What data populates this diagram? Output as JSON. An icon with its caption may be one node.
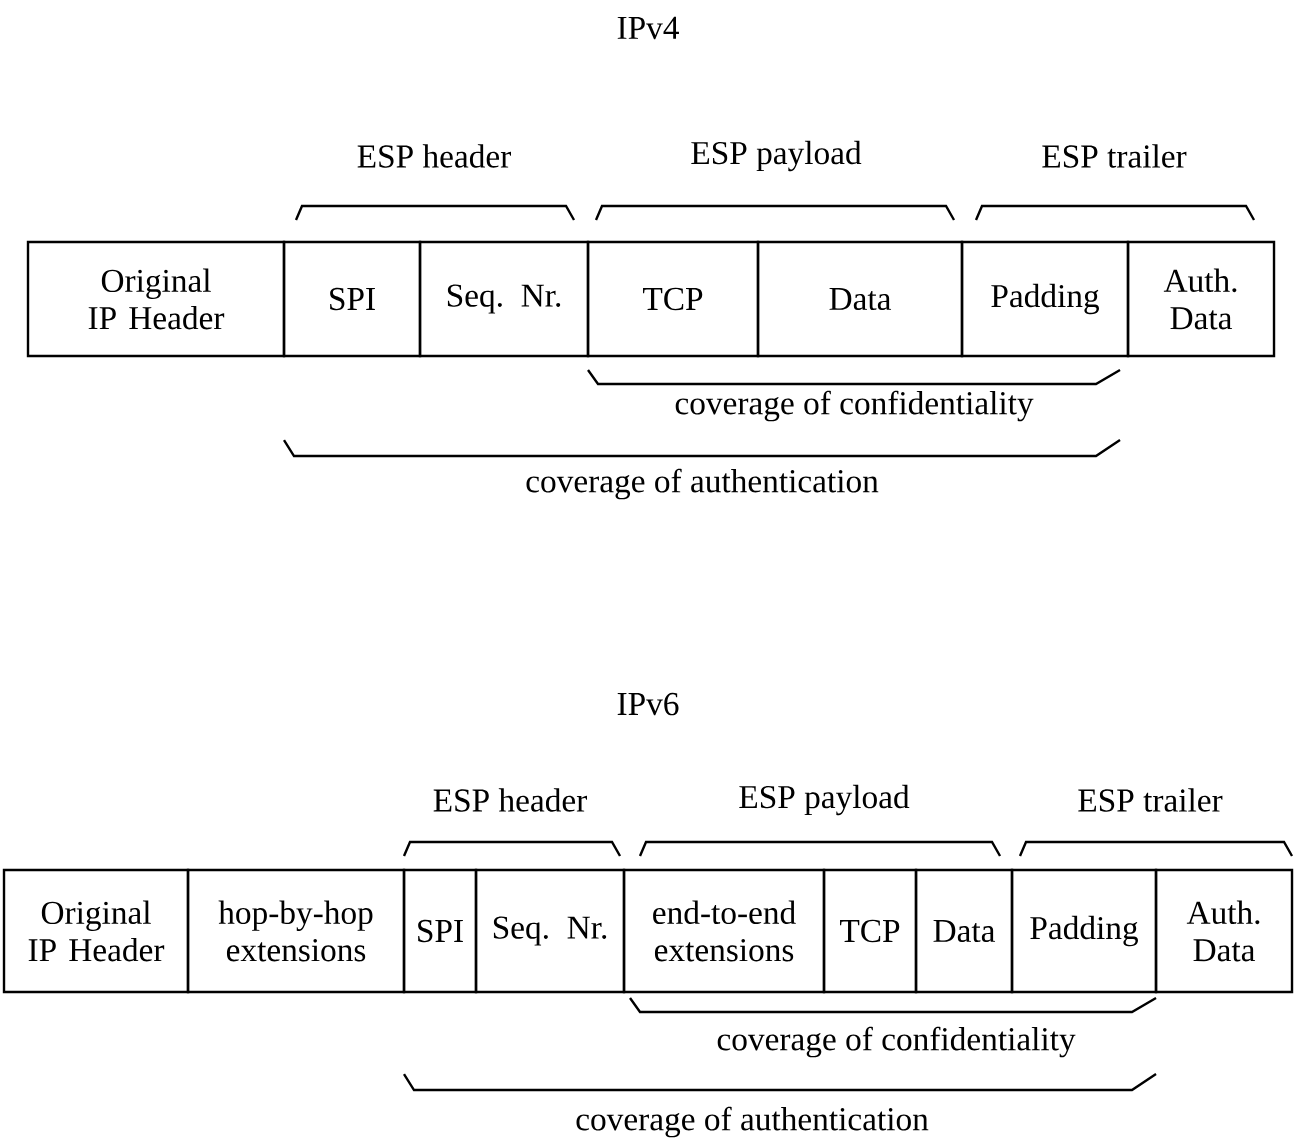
{
  "diagram": {
    "nodes": [
      {
        "text": [
          "Original IP Header"
        ]
      },
      {
        "text": [
          "SPI"
        ]
      },
      {
        "text": [
          "Seq. Nr."
        ]
      },
      {
        "text": [
          "TCP"
        ]
      },
      {
        "text": [
          "Data"
        ]
      },
      {
        "text": [
          "Padding"
        ]
      },
      {
        "text": [
          "Auth. Data"
        ]
      },
      {
        "text": [
          "Original IP Header"
        ]
      },
      {
        "text": [
          "hop-by-hop extensions"
        ]
      },
      {
        "text": [
          "SPI"
        ]
      },
      {
        "text": [
          "Seq. Nr."
        ]
      },
      {
        "text": [
          "end-to-end extensions"
        ]
      },
      {
        "text": [
          "TCP"
        ]
      },
      {
        "text": [
          "Data"
        ]
      },
      {
        "text": [
          "Padding"
        ]
      },
      {
        "text": [
          "Auth. Data"
        ]
      }
    ],
    "labels": [
      "IPv4",
      "ESP header",
      "ESP payload",
      "ESP trailer",
      "coverage of confidentiality",
      "coverage of authentication",
      "IPv6",
      "ESP header",
      "ESP payload",
      "ESP trailer",
      "coverage of confidentiality",
      "coverage of authentication"
    ]
  }
}
